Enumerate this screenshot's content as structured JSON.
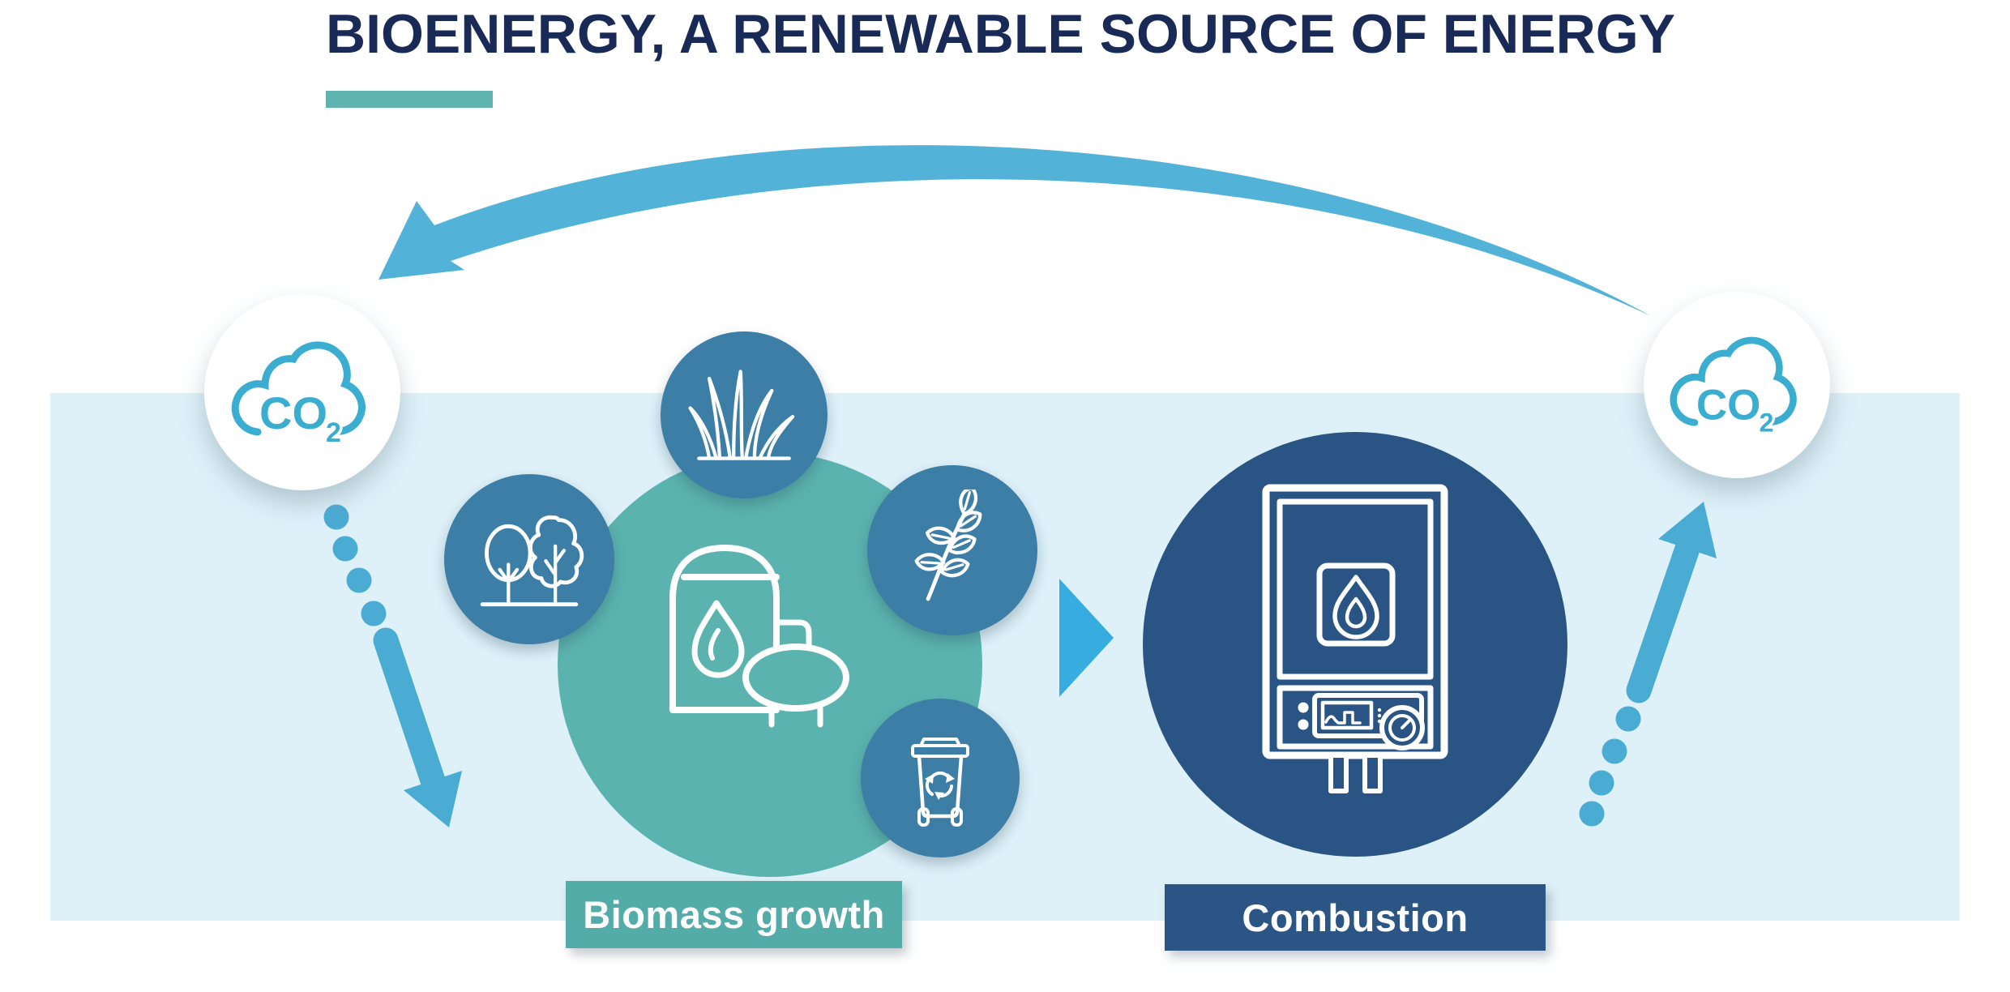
{
  "title": {
    "text": "BIOENERGY, A RENEWABLE SOURCE OF ENERGY"
  },
  "labels": {
    "biomass": "Biomass growth",
    "combustion": "Combustion"
  },
  "co2_left": {
    "main": "CO",
    "sub": "2"
  },
  "co2_right": {
    "main": "CO",
    "sub": "2"
  },
  "icons": {
    "co2": "co2-cloud-icon",
    "biomass_center": "biogas-plant-icon",
    "biomass_satellites": [
      "grass-icon",
      "trees-icon",
      "leaf-branch-icon",
      "recycling-bin-icon"
    ],
    "combustion_center": "boiler-icon",
    "flow": [
      "curved-return-arrow",
      "dotted-arrow-down",
      "dotted-arrow-up",
      "triangle-arrow"
    ]
  },
  "colors": {
    "band": "#DEF0F8",
    "title_navy": "#1A2A57",
    "underline_teal": "#5FB4B0",
    "teal_circle": "#5BB3AF",
    "teal_label": "#53ACA8",
    "satellite_blue": "#3C7EA5",
    "navy_circle": "#2A5484",
    "navy_label": "#2A5585",
    "swoosh_blue": "#52B2D7",
    "dots_blue": "#4AABD3",
    "triangle_blue": "#36ACE0",
    "co2_blue": "#3BADD1",
    "white": "#FFFFFF"
  }
}
